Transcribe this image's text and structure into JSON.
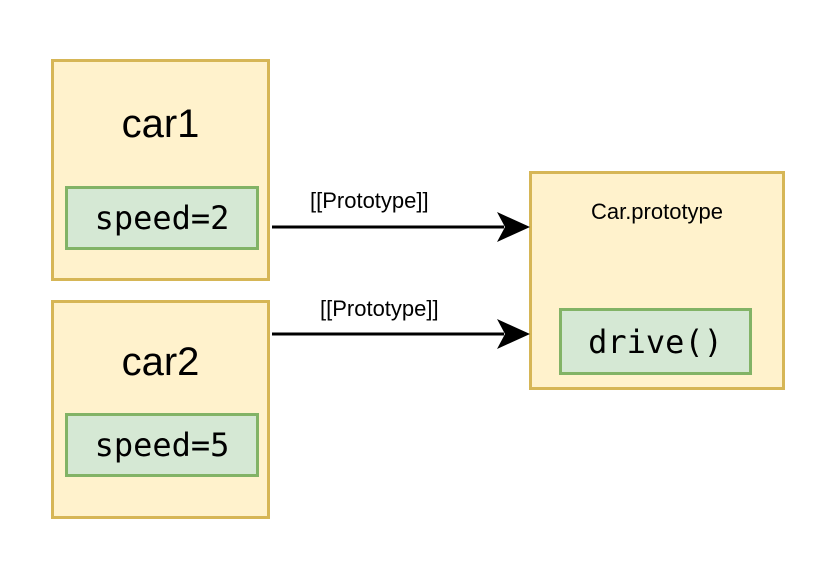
{
  "objects": {
    "car1": {
      "title": "car1",
      "property": "speed=2"
    },
    "car2": {
      "title": "car2",
      "property": "speed=5"
    },
    "prototype": {
      "title": "Car.prototype",
      "method": "drive()"
    }
  },
  "edges": [
    {
      "from": "car1",
      "to": "Car.prototype",
      "label": "[[Prototype]]"
    },
    {
      "from": "car2",
      "to": "Car.prototype",
      "label": "[[Prototype]]"
    }
  ],
  "colors": {
    "object_fill": "#fff2cc",
    "object_border": "#d6b656",
    "property_fill": "#d5e8d4",
    "property_border": "#82b366",
    "arrow": "#000000"
  }
}
